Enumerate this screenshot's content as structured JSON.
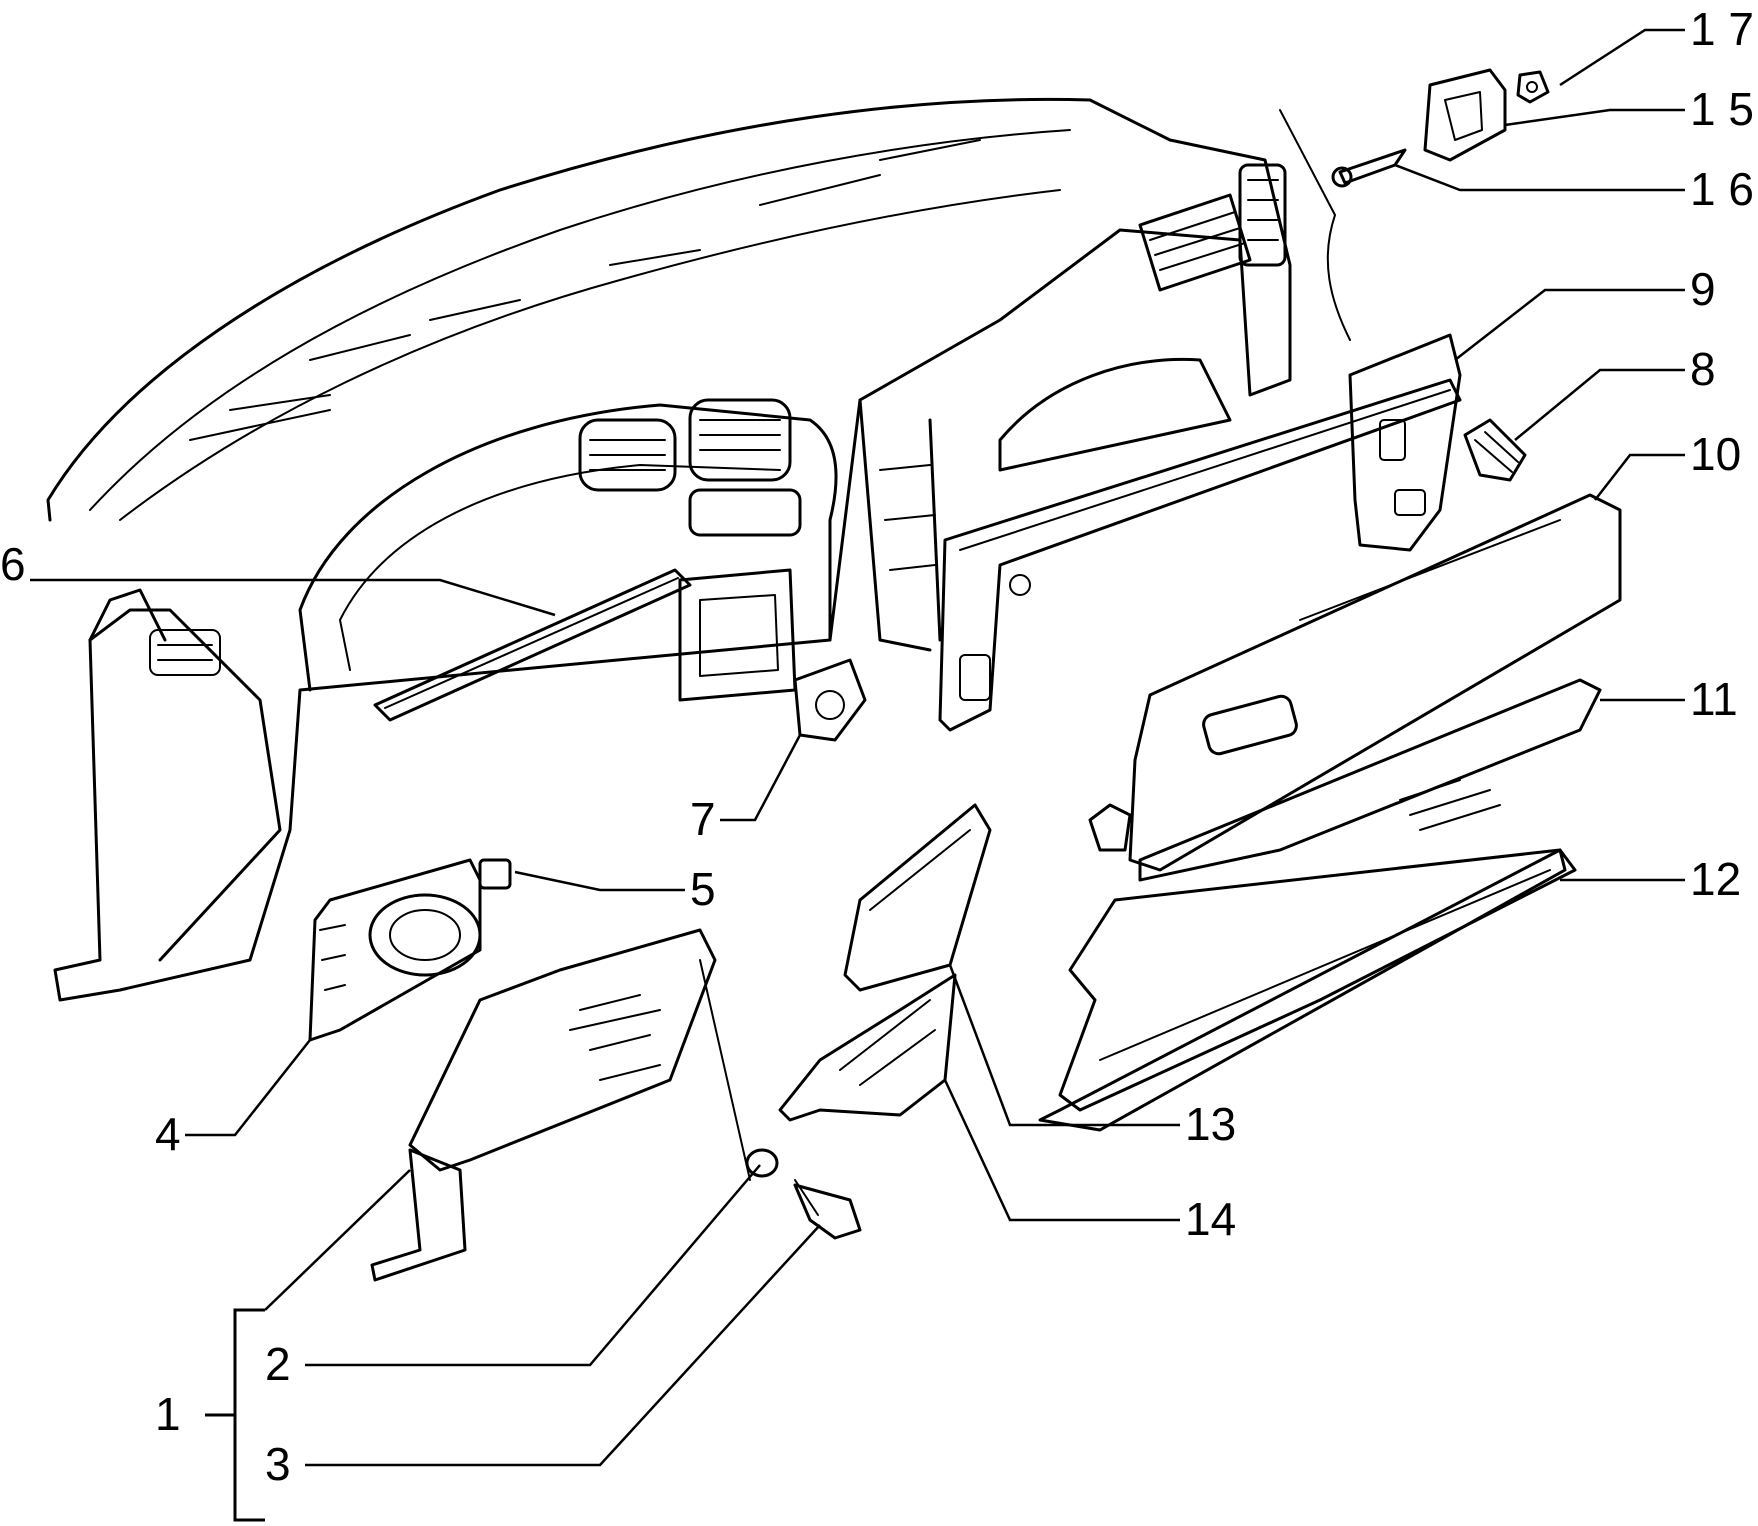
{
  "callouts": {
    "c1": "1",
    "c2": "2",
    "c3": "3",
    "c4": "4",
    "c5": "5",
    "c6": "6",
    "c7": "7",
    "c8": "8",
    "c9": "9",
    "c10": "10",
    "c11": "11",
    "c12": "12",
    "c13": "13",
    "c14": "14",
    "c15": "1 5",
    "c16": "1 6",
    "c17": "1 7"
  }
}
